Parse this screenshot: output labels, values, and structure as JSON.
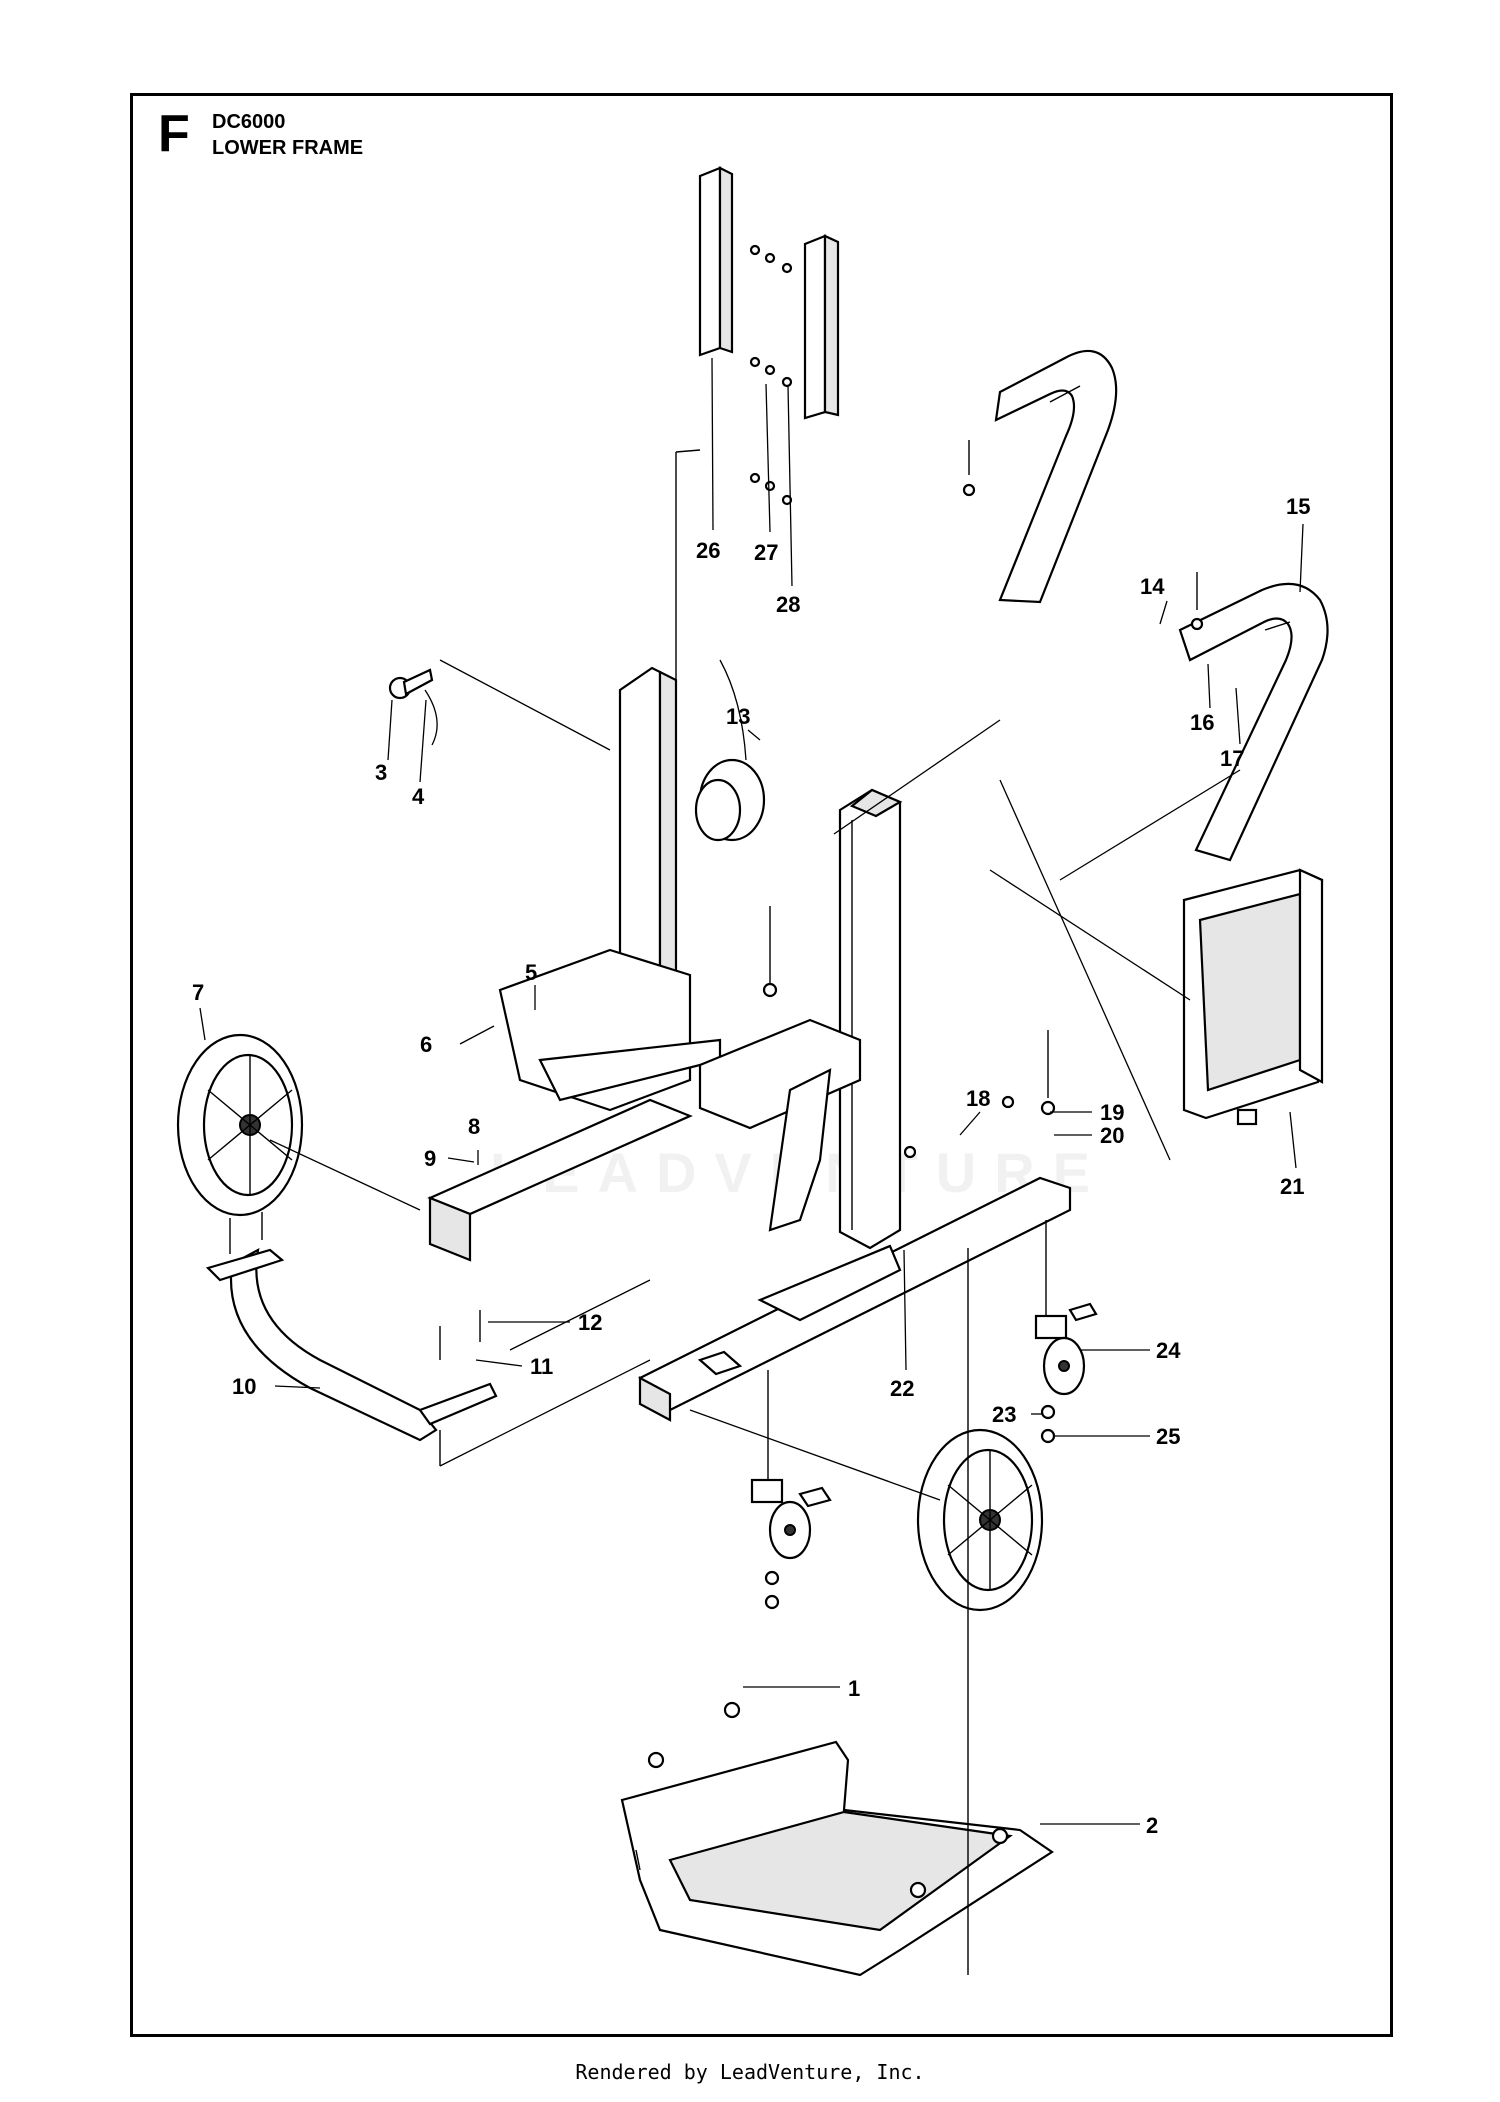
{
  "header": {
    "section_letter": "F",
    "model": "DC6000",
    "title": "LOWER FRAME"
  },
  "watermark": "LEADVENTURE",
  "footer": "Rendered by LeadVenture, Inc.",
  "callouts": [
    {
      "id": "1",
      "label": "1"
    },
    {
      "id": "2",
      "label": "2"
    },
    {
      "id": "3",
      "label": "3"
    },
    {
      "id": "4",
      "label": "4"
    },
    {
      "id": "5",
      "label": "5"
    },
    {
      "id": "6",
      "label": "6"
    },
    {
      "id": "7",
      "label": "7"
    },
    {
      "id": "8",
      "label": "8"
    },
    {
      "id": "9",
      "label": "9"
    },
    {
      "id": "10",
      "label": "10"
    },
    {
      "id": "11",
      "label": "11"
    },
    {
      "id": "12",
      "label": "12"
    },
    {
      "id": "13",
      "label": "13"
    },
    {
      "id": "14",
      "label": "14"
    },
    {
      "id": "15",
      "label": "15"
    },
    {
      "id": "16",
      "label": "16"
    },
    {
      "id": "17",
      "label": "17"
    },
    {
      "id": "18",
      "label": "18"
    },
    {
      "id": "19",
      "label": "19"
    },
    {
      "id": "20",
      "label": "20"
    },
    {
      "id": "21",
      "label": "21"
    },
    {
      "id": "22",
      "label": "22"
    },
    {
      "id": "23",
      "label": "23"
    },
    {
      "id": "24",
      "label": "24"
    },
    {
      "id": "25",
      "label": "25"
    },
    {
      "id": "26",
      "label": "26"
    },
    {
      "id": "27",
      "label": "27"
    },
    {
      "id": "28",
      "label": "28"
    }
  ]
}
